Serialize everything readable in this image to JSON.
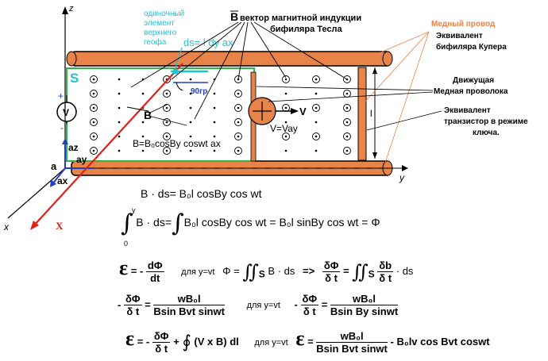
{
  "axes": {
    "z": "z",
    "y": "y",
    "x": "x",
    "x_red": "X",
    "a": "a",
    "ay": "ay",
    "az": "az",
    "ax": "ax"
  },
  "labels": {
    "element": [
      "одиночный",
      "элемент",
      "верхнего",
      "геофа"
    ],
    "ds": "ds= l dy ax",
    "b_vector": "B",
    "b_vector_text": "вектор магнитной индукции",
    "tesla": "бифиляра Тесла",
    "copper_wire": "Медный провод",
    "cooper1": "Эквивалент",
    "cooper2": "бифиляра Купера",
    "moving1": "Движущая",
    "moving2": "Медная проволока",
    "trans1": "Эквивалент",
    "trans2": "транзистор в режиме",
    "trans3": "ключа.",
    "s": "S",
    "angle": "90гр",
    "B": "B",
    "B_eq": "B=B₀cosBy coswt ax",
    "V_meter": "V",
    "plus": "+",
    "minus": "-",
    "v": "V",
    "v_eq": "V=Vay",
    "l": "l"
  },
  "equations": {
    "eq1": "B · ds= B₀l cosBy cos wt",
    "eq2_int1": "B · ds=",
    "eq2_int2": "B₀l cosBy cos wt = B₀l sinBy cos wt = Φ",
    "y_up": "y",
    "zero": "0",
    "eps": "ε",
    "eq3_minus": "= -",
    "dPhi": "dΦ",
    "dt": "dt",
    "for_y": "для y=vt",
    "phi_eq": "Φ =",
    "B_ds": "B · ds",
    "S": "S",
    "arrow": "=>",
    "dPhi_p": "δΦ",
    "dt_p": "δ t",
    "eq_sign": "=",
    "db": "δb",
    "ds": "· ds",
    "minus_sign": "-",
    "wB0l": "wB₀l",
    "bsin1": "Bsin Bvt sinwt",
    "bsin2": "Bsin By sinwt",
    "curl": "(V x B) dl",
    "eq5_rest": "- B₀lv cos Bvt coswt",
    "plus_sign": "+"
  },
  "colors": {
    "copper": "#e8834a",
    "green": "#2db54a",
    "red": "#e0201a",
    "cyan": "#1fc3d8",
    "blue": "#2040c0"
  }
}
